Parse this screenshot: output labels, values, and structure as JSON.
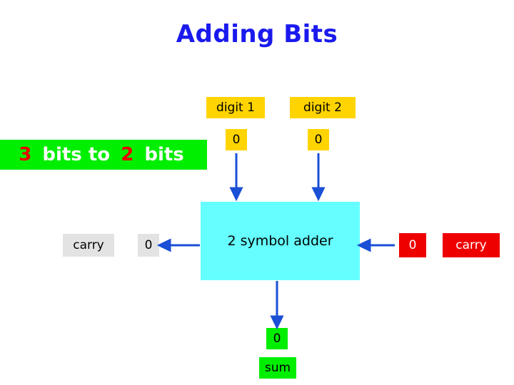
{
  "title": "Adding Bits",
  "banner": {
    "num1": "3",
    "text1": "bits to",
    "num2": "2",
    "text2": "bits"
  },
  "labels": {
    "digit1_header": "digit 1",
    "digit2_header": "digit 2",
    "digit1_value": "0",
    "digit2_value": "0",
    "adder": "2 symbol adder",
    "carry_in_label": "carry",
    "carry_in_value": "0",
    "carry_out_value": "0",
    "carry_out_label": "carry",
    "sum_value": "0",
    "sum_label": "sum"
  },
  "colors": {
    "title": "#1a1aee",
    "header_bg": "#ffd400",
    "banner_bg": "#00ee00",
    "banner_num": "#ee0000",
    "adder_bg": "#66ffff",
    "grey_bg": "#e3e3e3",
    "red_bg": "#ee0000",
    "arrow": "#1a4fd6"
  }
}
